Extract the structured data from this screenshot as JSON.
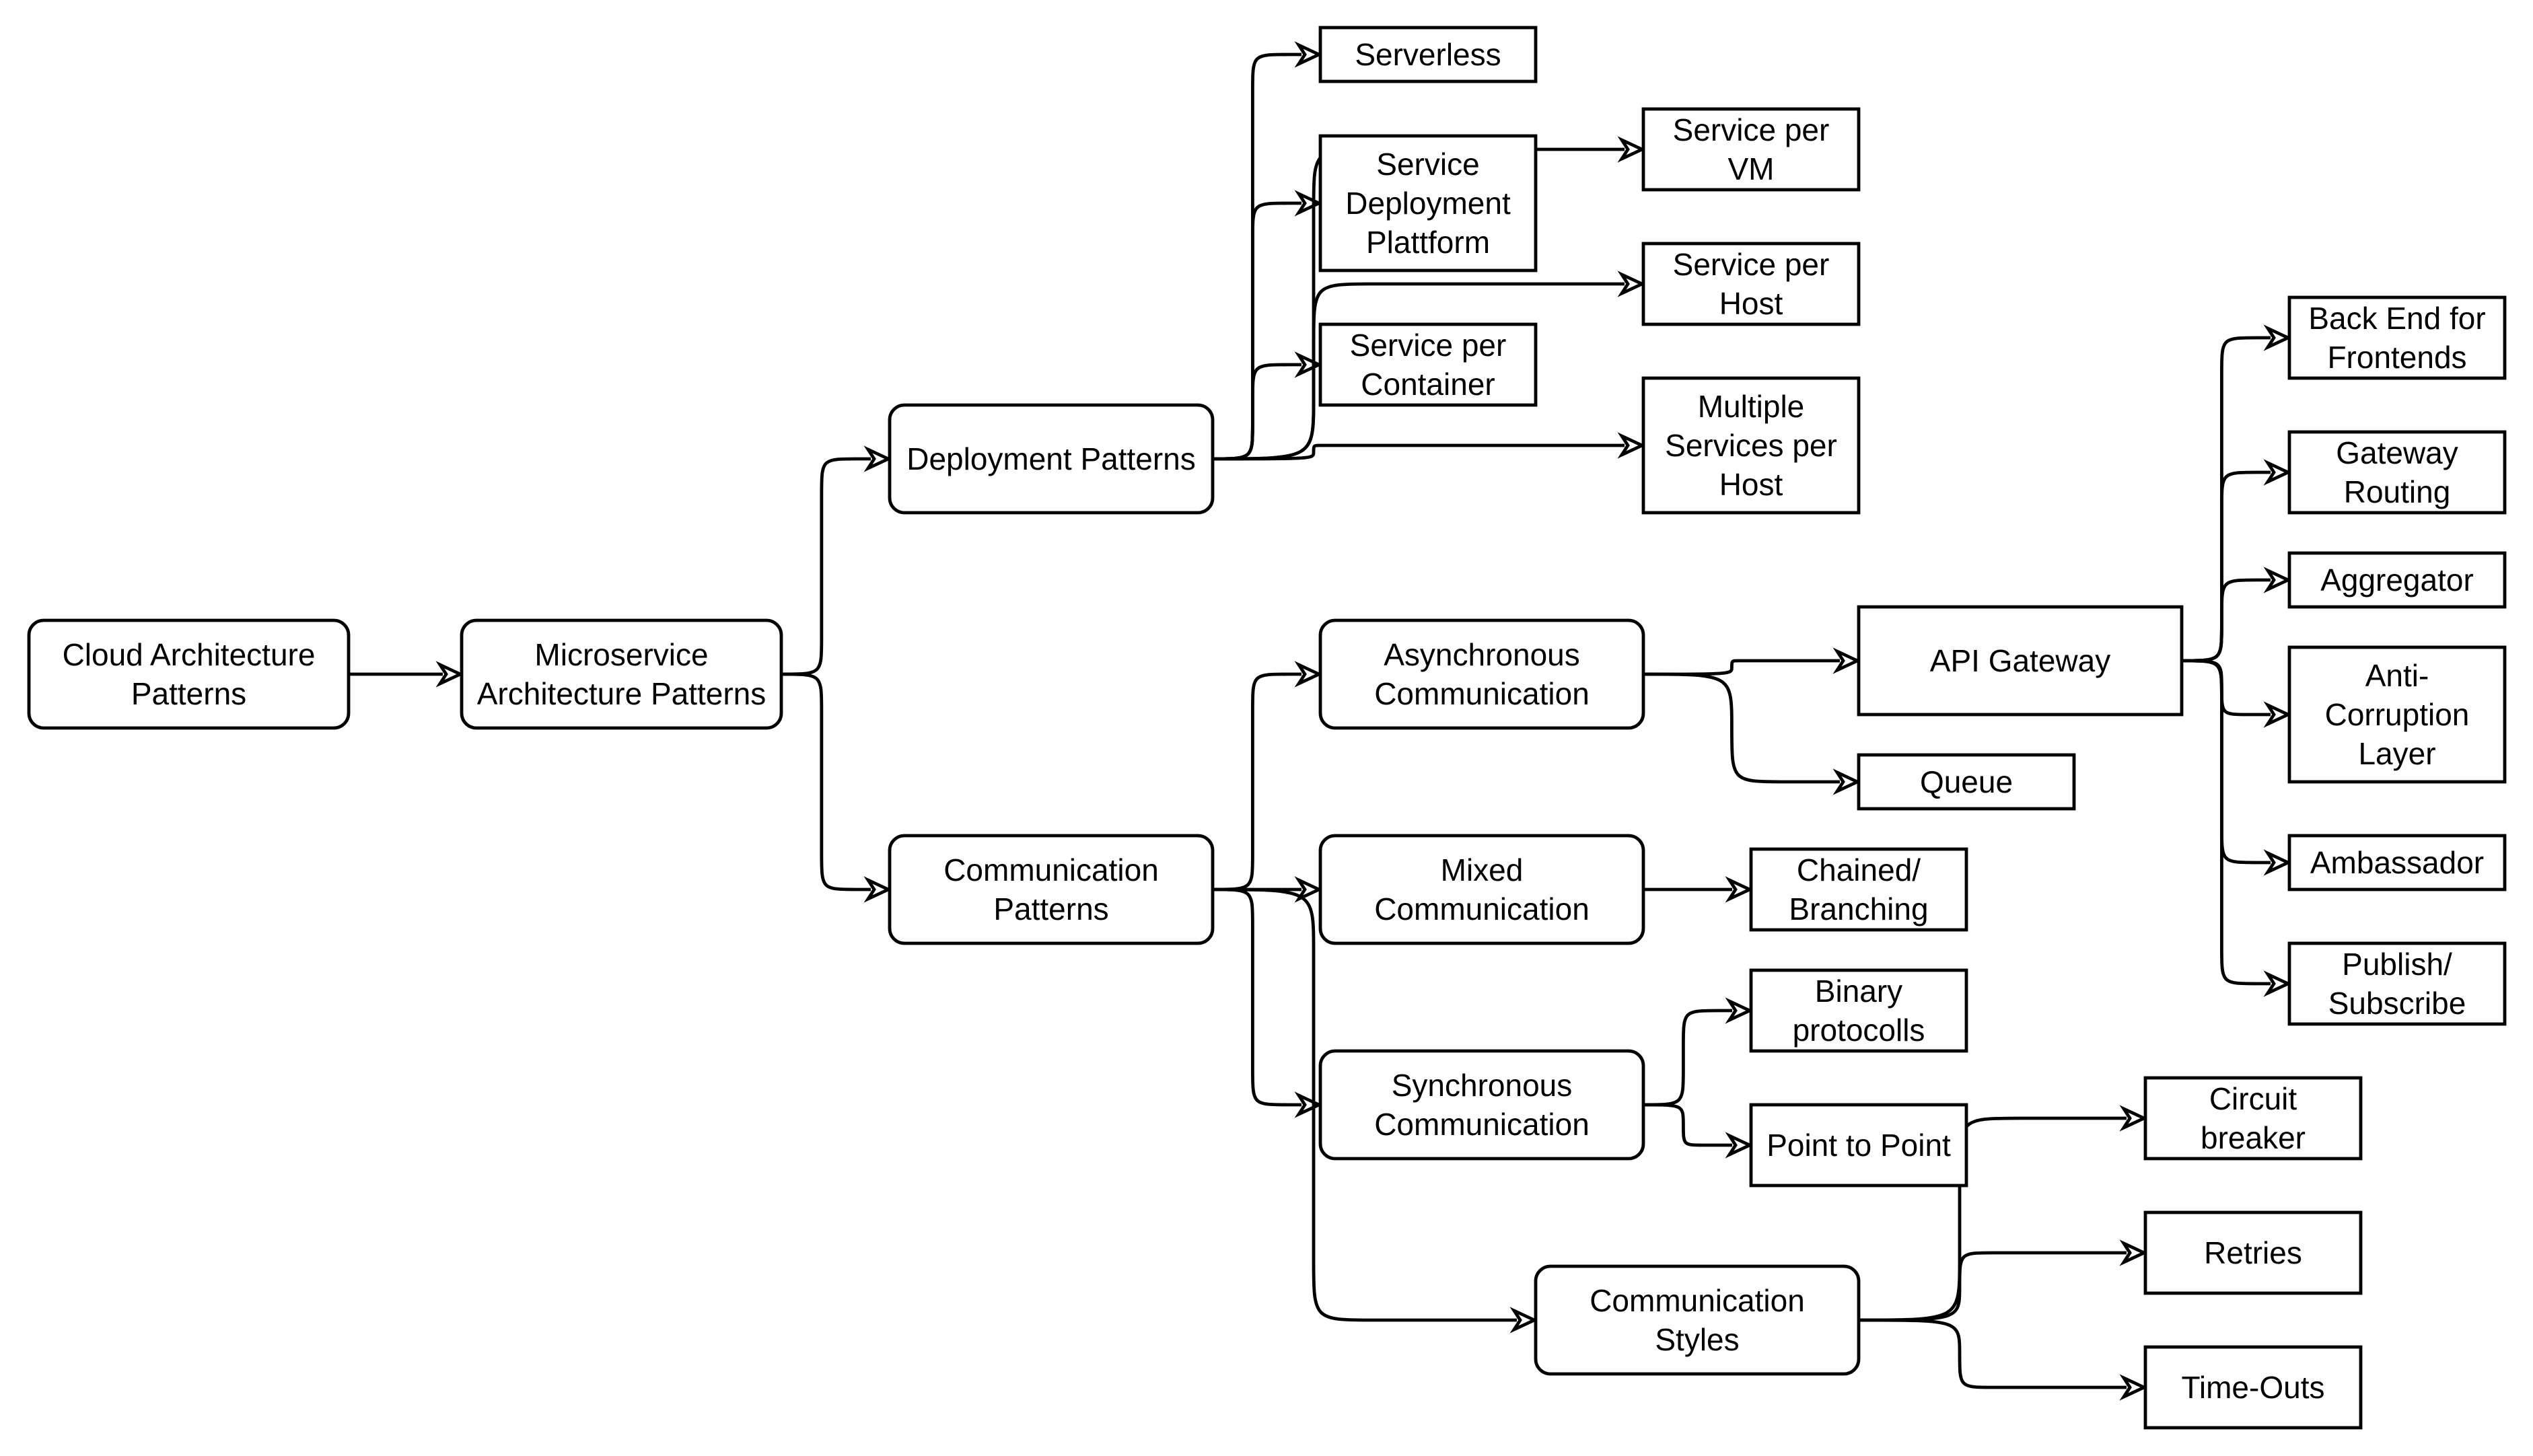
{
  "nodes": [
    {
      "id": "cloud",
      "label": [
        "Cloud Architecture",
        "Patterns"
      ],
      "shape": "rounded"
    },
    {
      "id": "micro",
      "label": [
        "Microservice",
        "Architecture Patterns"
      ],
      "shape": "rounded"
    },
    {
      "id": "deploy",
      "label": [
        "Deployment Patterns"
      ],
      "shape": "rounded"
    },
    {
      "id": "comm",
      "label": [
        "Communication",
        "Patterns"
      ],
      "shape": "rounded"
    },
    {
      "id": "serverless",
      "label": [
        "Serverless"
      ],
      "shape": "rect"
    },
    {
      "id": "sdp",
      "label": [
        "Service",
        "Deployment",
        "Plattform"
      ],
      "shape": "rect"
    },
    {
      "id": "spc",
      "label": [
        "Service per",
        "Container"
      ],
      "shape": "rect"
    },
    {
      "id": "spvm",
      "label": [
        "Service per",
        "VM"
      ],
      "shape": "rect"
    },
    {
      "id": "sph",
      "label": [
        "Service per",
        "Host"
      ],
      "shape": "rect"
    },
    {
      "id": "msph",
      "label": [
        "Multiple",
        "Services per",
        "Host"
      ],
      "shape": "rect"
    },
    {
      "id": "async",
      "label": [
        "Asynchronous",
        "Communication"
      ],
      "shape": "rounded"
    },
    {
      "id": "mixed",
      "label": [
        "Mixed",
        "Communication"
      ],
      "shape": "rounded"
    },
    {
      "id": "sync",
      "label": [
        "Synchronous",
        "Communication"
      ],
      "shape": "rounded"
    },
    {
      "id": "styles",
      "label": [
        "Communication",
        "Styles"
      ],
      "shape": "rounded"
    },
    {
      "id": "apigw",
      "label": [
        "API Gateway"
      ],
      "shape": "rect"
    },
    {
      "id": "queue",
      "label": [
        "Queue"
      ],
      "shape": "rect"
    },
    {
      "id": "chained",
      "label": [
        "Chained/",
        "Branching"
      ],
      "shape": "rect"
    },
    {
      "id": "binary",
      "label": [
        "Binary",
        "protocolls"
      ],
      "shape": "rect"
    },
    {
      "id": "p2p",
      "label": [
        "Point to Point"
      ],
      "shape": "rect"
    },
    {
      "id": "bff",
      "label": [
        "Back End for",
        "Frontends"
      ],
      "shape": "rect"
    },
    {
      "id": "gwrouting",
      "label": [
        "Gateway",
        "Routing"
      ],
      "shape": "rect"
    },
    {
      "id": "aggregator",
      "label": [
        "Aggregator"
      ],
      "shape": "rect"
    },
    {
      "id": "acl",
      "label": [
        "Anti-",
        "Corruption",
        "Layer"
      ],
      "shape": "rect"
    },
    {
      "id": "ambassador",
      "label": [
        "Ambassador"
      ],
      "shape": "rect"
    },
    {
      "id": "pubsub",
      "label": [
        "Publish/",
        "Subscribe"
      ],
      "shape": "rect"
    },
    {
      "id": "circuit",
      "label": [
        "Circuit",
        "breaker"
      ],
      "shape": "rect"
    },
    {
      "id": "retries",
      "label": [
        "Retries"
      ],
      "shape": "rect"
    },
    {
      "id": "timeouts",
      "label": [
        "Time-Outs"
      ],
      "shape": "rect"
    }
  ],
  "edges": [
    {
      "from": "cloud",
      "to": "micro"
    },
    {
      "from": "micro",
      "to": "deploy"
    },
    {
      "from": "micro",
      "to": "comm"
    },
    {
      "from": "deploy",
      "to": "serverless"
    },
    {
      "from": "deploy",
      "to": "sdp"
    },
    {
      "from": "deploy",
      "to": "spc"
    },
    {
      "from": "deploy",
      "to": "spvm"
    },
    {
      "from": "deploy",
      "to": "sph"
    },
    {
      "from": "deploy",
      "to": "msph"
    },
    {
      "from": "comm",
      "to": "async"
    },
    {
      "from": "comm",
      "to": "mixed"
    },
    {
      "from": "comm",
      "to": "sync"
    },
    {
      "from": "comm",
      "to": "styles"
    },
    {
      "from": "async",
      "to": "apigw"
    },
    {
      "from": "async",
      "to": "queue"
    },
    {
      "from": "mixed",
      "to": "chained"
    },
    {
      "from": "sync",
      "to": "binary"
    },
    {
      "from": "sync",
      "to": "p2p"
    },
    {
      "from": "apigw",
      "to": "bff"
    },
    {
      "from": "apigw",
      "to": "gwrouting"
    },
    {
      "from": "apigw",
      "to": "aggregator"
    },
    {
      "from": "apigw",
      "to": "acl"
    },
    {
      "from": "apigw",
      "to": "ambassador"
    },
    {
      "from": "apigw",
      "to": "pubsub"
    },
    {
      "from": "styles",
      "to": "circuit"
    },
    {
      "from": "styles",
      "to": "retries"
    },
    {
      "from": "styles",
      "to": "timeouts"
    }
  ]
}
